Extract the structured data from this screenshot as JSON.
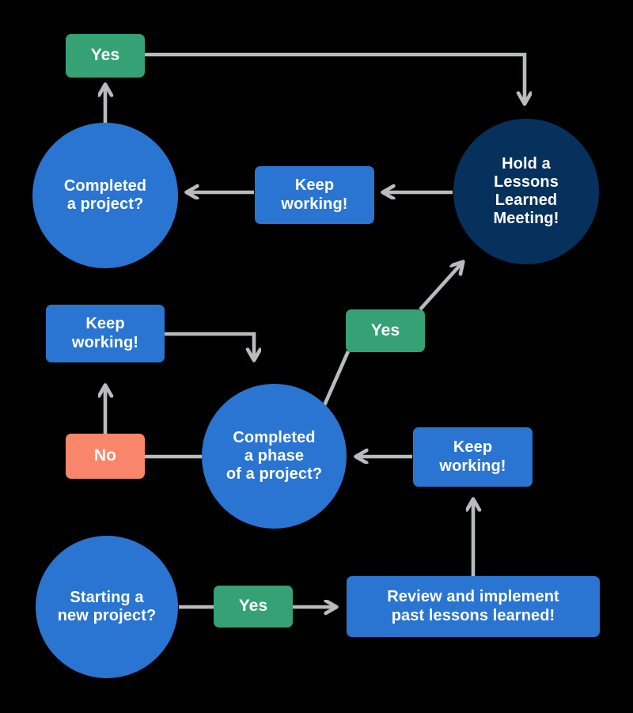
{
  "diagram": {
    "title": "Lessons Learned Project Flowchart",
    "background_color": "#000000",
    "palette": {
      "blue": "#2a75d1",
      "navy": "#06315c",
      "green": "#35a174",
      "coral": "#f9866b",
      "arrow": "#b8bcc0",
      "text": "#ffffff"
    }
  },
  "nodes": {
    "yes_top": {
      "label": "Yes",
      "shape": "rect",
      "color": "#35a174"
    },
    "circle_project": {
      "label": "Completed\na project?",
      "shape": "circle",
      "color": "#2a75d1"
    },
    "keep_top": {
      "label": "Keep\nworking!",
      "shape": "rect",
      "color": "#2a75d1"
    },
    "circle_lessons": {
      "label": "Hold a\nLessons\nLearned\nMeeting!",
      "shape": "circle",
      "color": "#06315c"
    },
    "keep_mid_left": {
      "label": "Keep\nworking!",
      "shape": "rect",
      "color": "#2a75d1"
    },
    "yes_mid": {
      "label": "Yes",
      "shape": "rect",
      "color": "#35a174"
    },
    "no_mid": {
      "label": "No",
      "shape": "rect",
      "color": "#f9866b"
    },
    "circle_phase": {
      "label": "Completed\na phase\nof a project?",
      "shape": "circle",
      "color": "#2a75d1"
    },
    "keep_mid_right": {
      "label": "Keep\nworking!",
      "shape": "rect",
      "color": "#2a75d1"
    },
    "circle_start": {
      "label": "Starting a\nnew project?",
      "shape": "circle",
      "color": "#2a75d1"
    },
    "yes_bottom": {
      "label": "Yes",
      "shape": "rect",
      "color": "#35a174"
    },
    "review": {
      "label": "Review and implement\npast lessons learned!",
      "shape": "rect",
      "color": "#2a75d1"
    }
  },
  "edges": [
    {
      "from": "yes_top",
      "to": "circle_lessons",
      "style": "orthogonal",
      "arrow": "down"
    },
    {
      "from": "circle_project",
      "to": "yes_top",
      "style": "straight",
      "arrow": "up"
    },
    {
      "from": "circle_lessons",
      "to": "keep_top",
      "style": "straight",
      "arrow": "left"
    },
    {
      "from": "keep_top",
      "to": "circle_project",
      "style": "straight",
      "arrow": "left"
    },
    {
      "from": "keep_mid_left",
      "to": "circle_phase",
      "style": "orthogonal",
      "arrow": "down"
    },
    {
      "from": "no_mid",
      "to": "keep_mid_left",
      "style": "straight",
      "arrow": "up"
    },
    {
      "from": "circle_phase",
      "to": "no_mid",
      "style": "straight",
      "arrow": "none"
    },
    {
      "from": "circle_phase",
      "to": "yes_mid",
      "style": "diagonal",
      "arrow": "none"
    },
    {
      "from": "yes_mid",
      "to": "circle_lessons",
      "style": "diagonal",
      "arrow": "up-right"
    },
    {
      "from": "keep_mid_right",
      "to": "circle_phase",
      "style": "straight",
      "arrow": "left"
    },
    {
      "from": "circle_start",
      "to": "yes_bottom",
      "style": "straight",
      "arrow": "none"
    },
    {
      "from": "yes_bottom",
      "to": "review",
      "style": "straight",
      "arrow": "right"
    },
    {
      "from": "review",
      "to": "keep_mid_right",
      "style": "straight",
      "arrow": "up"
    }
  ]
}
